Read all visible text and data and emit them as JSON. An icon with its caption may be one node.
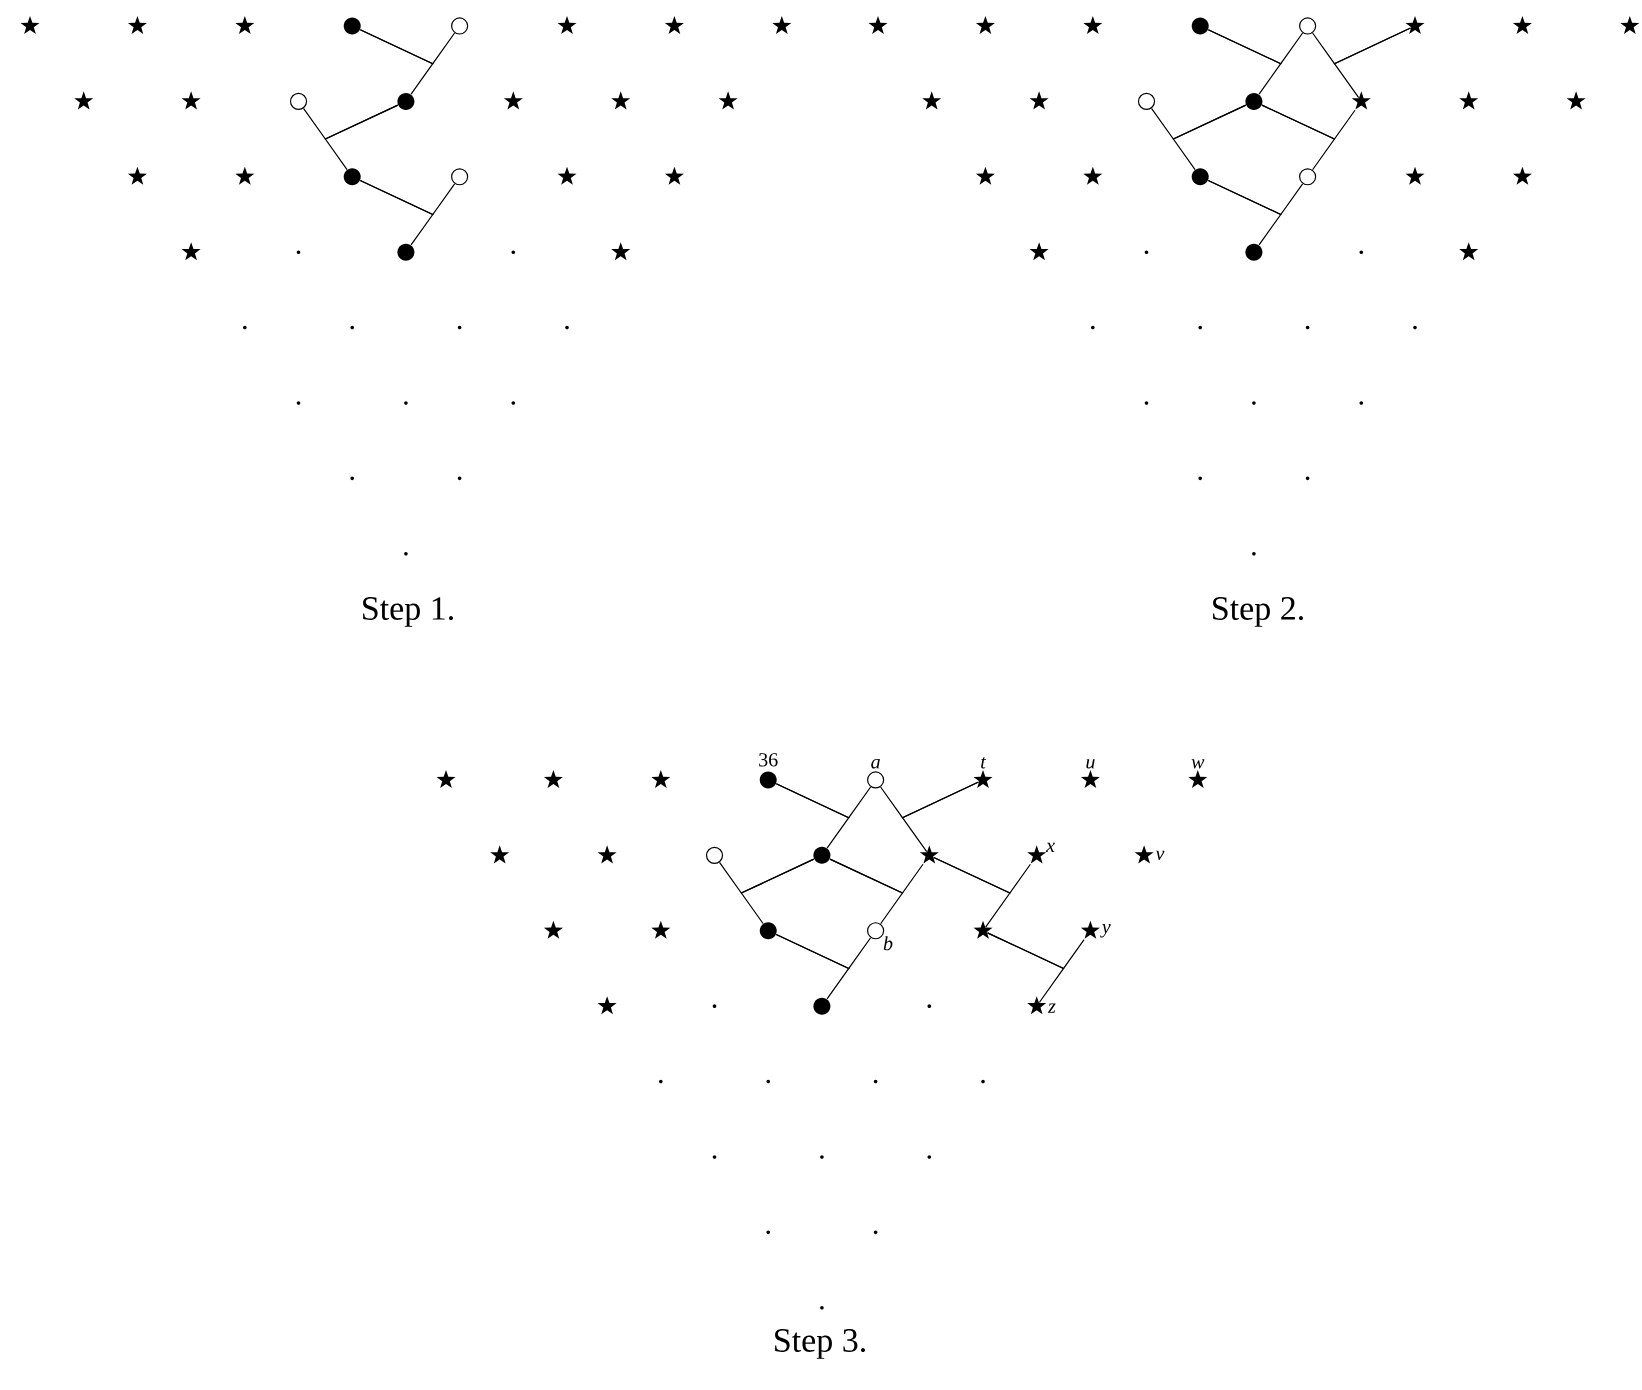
{
  "diagram": {
    "nodes": [
      {
        "text": [],
        "shape": "star"
      },
      {
        "text": [],
        "shape": "star"
      },
      {
        "text": [],
        "shape": "star"
      },
      {
        "text": [],
        "shape": "disc"
      },
      {
        "text": [],
        "shape": "circle"
      },
      {
        "text": [],
        "shape": "star"
      },
      {
        "text": [],
        "shape": "star"
      },
      {
        "text": [],
        "shape": "star"
      },
      {
        "text": [],
        "shape": "star"
      },
      {
        "text": [],
        "shape": "star"
      },
      {
        "text": [],
        "shape": "circle"
      },
      {
        "text": [],
        "shape": "disc"
      },
      {
        "text": [],
        "shape": "star"
      },
      {
        "text": [],
        "shape": "star"
      },
      {
        "text": [],
        "shape": "star"
      },
      {
        "text": [],
        "shape": "star"
      },
      {
        "text": [],
        "shape": "star"
      },
      {
        "text": [],
        "shape": "disc"
      },
      {
        "text": [],
        "shape": "circle"
      },
      {
        "text": [],
        "shape": "star"
      },
      {
        "text": [],
        "shape": "star"
      },
      {
        "text": [],
        "shape": "star"
      },
      {
        "text": [],
        "shape": "dot"
      },
      {
        "text": [],
        "shape": "disc"
      },
      {
        "text": [],
        "shape": "dot"
      },
      {
        "text": [],
        "shape": "star"
      },
      {
        "text": [],
        "shape": "dot"
      },
      {
        "text": [],
        "shape": "dot"
      },
      {
        "text": [],
        "shape": "dot"
      },
      {
        "text": [],
        "shape": "dot"
      },
      {
        "text": [],
        "shape": "dot"
      },
      {
        "text": [],
        "shape": "dot"
      },
      {
        "text": [],
        "shape": "dot"
      },
      {
        "text": [],
        "shape": "dot"
      },
      {
        "text": [],
        "shape": "dot"
      },
      {
        "text": [],
        "shape": "dot"
      },
      {
        "text": [],
        "shape": "star"
      },
      {
        "text": [],
        "shape": "star"
      },
      {
        "text": [],
        "shape": "star"
      },
      {
        "text": [],
        "shape": "disc"
      },
      {
        "text": [],
        "shape": "circle"
      },
      {
        "text": [],
        "shape": "star"
      },
      {
        "text": [],
        "shape": "star"
      },
      {
        "text": [],
        "shape": "star"
      },
      {
        "text": [],
        "shape": "star"
      },
      {
        "text": [],
        "shape": "star"
      },
      {
        "text": [],
        "shape": "circle"
      },
      {
        "text": [],
        "shape": "disc"
      },
      {
        "text": [],
        "shape": "star"
      },
      {
        "text": [],
        "shape": "star"
      },
      {
        "text": [],
        "shape": "star"
      },
      {
        "text": [],
        "shape": "star"
      },
      {
        "text": [],
        "shape": "star"
      },
      {
        "text": [],
        "shape": "disc"
      },
      {
        "text": [],
        "shape": "circle"
      },
      {
        "text": [],
        "shape": "star"
      },
      {
        "text": [],
        "shape": "star"
      },
      {
        "text": [],
        "shape": "star"
      },
      {
        "text": [],
        "shape": "dot"
      },
      {
        "text": [],
        "shape": "disc"
      },
      {
        "text": [],
        "shape": "dot"
      },
      {
        "text": [],
        "shape": "star"
      },
      {
        "text": [],
        "shape": "dot"
      },
      {
        "text": [],
        "shape": "dot"
      },
      {
        "text": [],
        "shape": "dot"
      },
      {
        "text": [],
        "shape": "dot"
      },
      {
        "text": [],
        "shape": "dot"
      },
      {
        "text": [],
        "shape": "dot"
      },
      {
        "text": [],
        "shape": "dot"
      },
      {
        "text": [],
        "shape": "dot"
      },
      {
        "text": [],
        "shape": "dot"
      },
      {
        "text": [],
        "shape": "dot"
      },
      {
        "text": [],
        "shape": "star"
      },
      {
        "text": [],
        "shape": "star"
      },
      {
        "text": [],
        "shape": "star"
      },
      {
        "text": [],
        "shape": "disc",
        "beside": [
          "36"
        ]
      },
      {
        "text": [],
        "shape": "circle",
        "beside": [
          "a"
        ]
      },
      {
        "text": [],
        "shape": "star",
        "beside": [
          "t"
        ]
      },
      {
        "text": [],
        "shape": "star",
        "beside": [
          "u"
        ]
      },
      {
        "text": [],
        "shape": "star",
        "beside": [
          "w"
        ]
      },
      {
        "text": [],
        "shape": "star"
      },
      {
        "text": [],
        "shape": "star"
      },
      {
        "text": [],
        "shape": "circle"
      },
      {
        "text": [],
        "shape": "disc"
      },
      {
        "text": [],
        "shape": "star"
      },
      {
        "text": [],
        "shape": "star",
        "beside": [
          "x"
        ]
      },
      {
        "text": [],
        "shape": "star",
        "beside": [
          "v"
        ]
      },
      {
        "text": [],
        "shape": "star"
      },
      {
        "text": [],
        "shape": "star"
      },
      {
        "text": [],
        "shape": "disc"
      },
      {
        "text": [],
        "shape": "circle",
        "beside": [
          "b"
        ]
      },
      {
        "text": [],
        "shape": "star"
      },
      {
        "text": [],
        "shape": "star",
        "beside": [
          "y"
        ]
      },
      {
        "text": [],
        "shape": "star"
      },
      {
        "text": [],
        "shape": "dot"
      },
      {
        "text": [],
        "shape": "disc"
      },
      {
        "text": [],
        "shape": "dot"
      },
      {
        "text": [],
        "shape": "star",
        "beside": [
          "z"
        ]
      },
      {
        "text": [],
        "shape": "dot"
      },
      {
        "text": [],
        "shape": "dot"
      },
      {
        "text": [],
        "shape": "dot"
      },
      {
        "text": [],
        "shape": "dot"
      },
      {
        "text": [],
        "shape": "dot"
      },
      {
        "text": [],
        "shape": "dot"
      },
      {
        "text": [],
        "shape": "dot"
      },
      {
        "text": [],
        "shape": "dot"
      },
      {
        "text": [],
        "shape": "dot"
      },
      {
        "text": [],
        "shape": "dot"
      }
    ],
    "edges": [
      {
        "from": 3,
        "to": 4,
        "arrow": "none"
      },
      {
        "from": 3,
        "to": 11,
        "arrow": "none"
      },
      {
        "from": 11,
        "to": 10,
        "arrow": "none"
      },
      {
        "from": 11,
        "to": 17,
        "arrow": "none"
      },
      {
        "from": 17,
        "to": 18,
        "arrow": "none"
      },
      {
        "from": 17,
        "to": 23,
        "arrow": "none"
      },
      {
        "from": 39,
        "to": 40,
        "arrow": "none"
      },
      {
        "from": 39,
        "to": 47,
        "arrow": "none"
      },
      {
        "from": 41,
        "to": 40,
        "arrow": "none"
      },
      {
        "from": 41,
        "to": 48,
        "arrow": "none"
      },
      {
        "from": 47,
        "to": 46,
        "arrow": "none"
      },
      {
        "from": 47,
        "to": 53,
        "arrow": "none"
      },
      {
        "from": 47,
        "to": 48,
        "arrow": "none"
      },
      {
        "from": 47,
        "to": 54,
        "arrow": "none"
      },
      {
        "from": 53,
        "to": 54,
        "arrow": "none"
      },
      {
        "from": 53,
        "to": 59,
        "arrow": "none"
      },
      {
        "from": 75,
        "to": 76,
        "arrow": "none"
      },
      {
        "from": 75,
        "to": 83,
        "arrow": "none"
      },
      {
        "from": 77,
        "to": 76,
        "arrow": "none"
      },
      {
        "from": 77,
        "to": 84,
        "arrow": "none"
      },
      {
        "from": 83,
        "to": 82,
        "arrow": "none"
      },
      {
        "from": 83,
        "to": 89,
        "arrow": "none"
      },
      {
        "from": 83,
        "to": 84,
        "arrow": "none"
      },
      {
        "from": 83,
        "to": 90,
        "arrow": "none"
      },
      {
        "from": 89,
        "to": 90,
        "arrow": "none"
      },
      {
        "from": 89,
        "to": 95,
        "arrow": "none"
      },
      {
        "from": 84,
        "to": 85,
        "arrow": "none"
      },
      {
        "from": 84,
        "to": 91,
        "arrow": "none"
      },
      {
        "from": 91,
        "to": 92,
        "arrow": "none"
      },
      {
        "from": 91,
        "to": 97,
        "arrow": "none"
      }
    ],
    "labels": [
      "Step 1.",
      "Step 2.",
      "Step 3."
    ]
  }
}
